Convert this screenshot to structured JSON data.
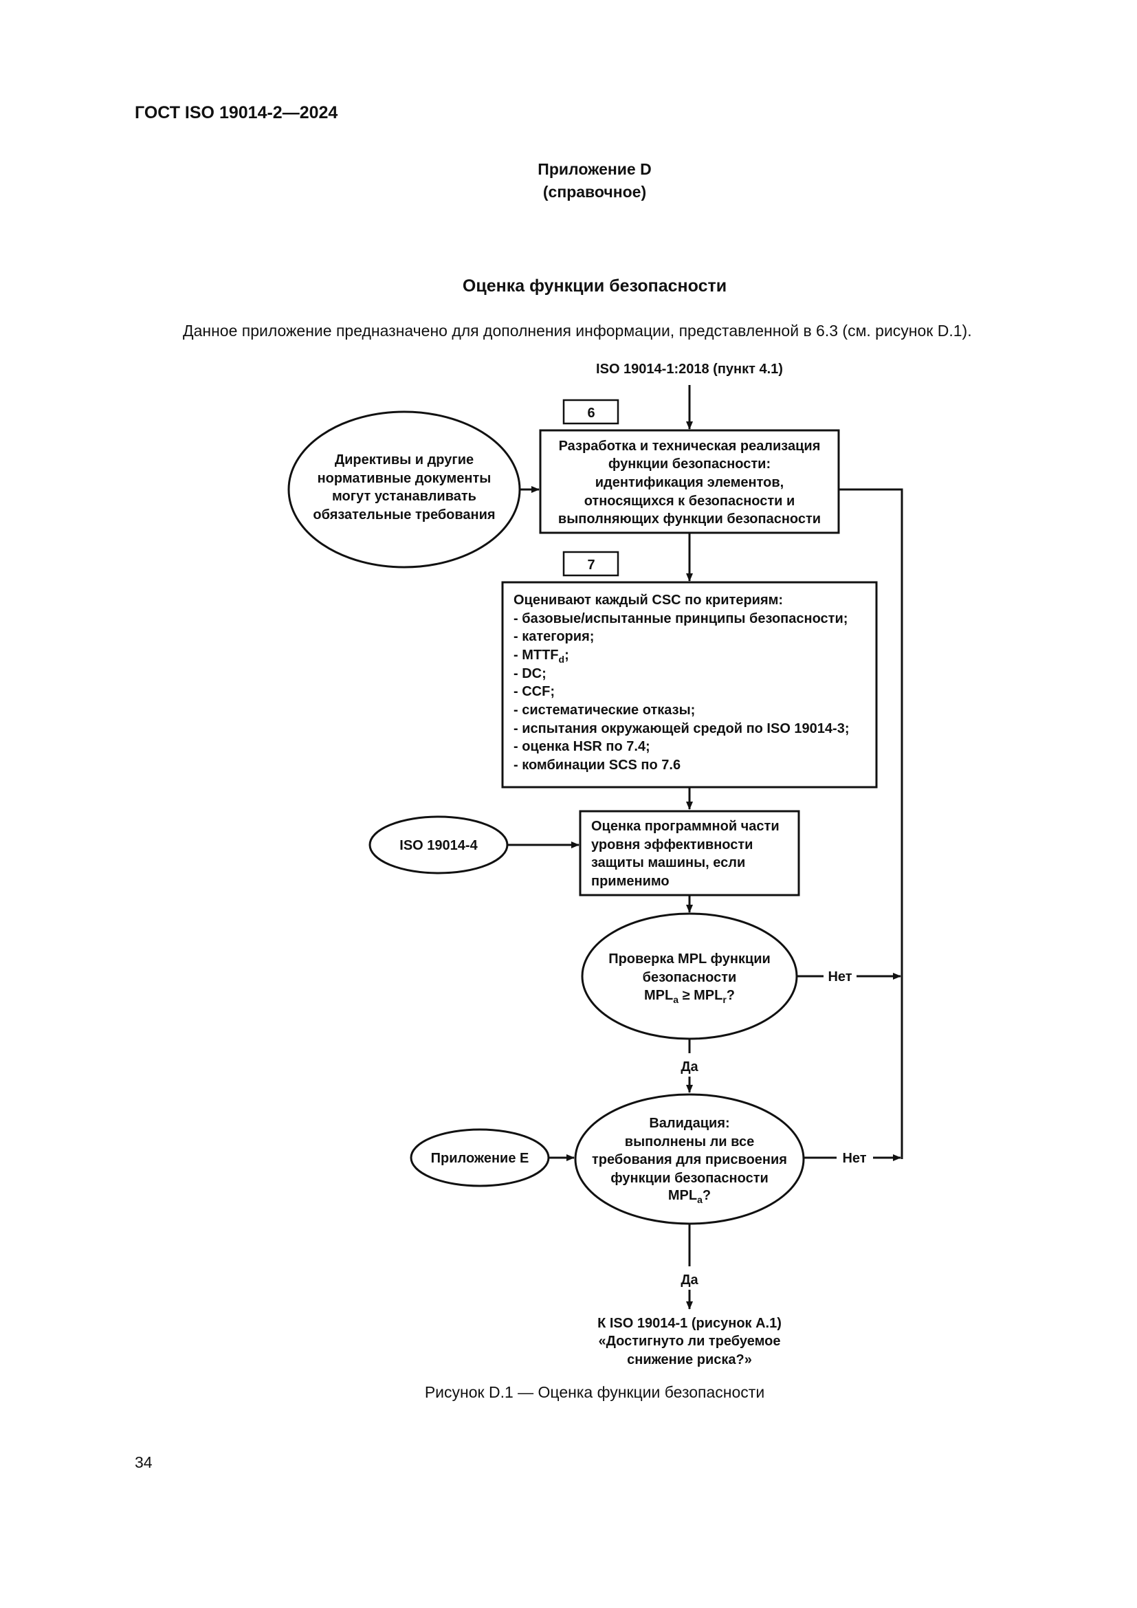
{
  "header": {
    "doc_code": "ГОСТ ISO 19014-2—2024"
  },
  "annex": {
    "title": "Приложение D",
    "subtitle": "(справочное)"
  },
  "section": {
    "title": "Оценка функции безопасности"
  },
  "intro": "Данное приложение предназначено для дополнения информации, представленной в 6.3 (см. рисунок D.1).",
  "flowchart": {
    "top_input": "ISO 19014-1:2018 (пункт 4.1)",
    "step6_label": "6",
    "step7_label": "7",
    "directives_ellipse": [
      "Директивы и другие",
      "нормативные документы",
      "могут устанавливать",
      "обязательные требования"
    ],
    "box_design": [
      "Разработка и техническая реализация",
      "функции безопасности:",
      "идентификация элементов,",
      "относящихся к безопасности и",
      "выполняющих функции безопасности"
    ],
    "box_evaluate": [
      "Оценивают каждый CSC по критериям:",
      "- базовые/испытанные принципы безопасности;",
      "- категория;",
      "- MTTF",
      "d",
      ";",
      "- DC;",
      "- CCF;",
      "- систематические отказы;",
      "- испытания окружающей средой по  ISO 19014-3;",
      "- оценка HSR по 7.4;",
      "- комбинации SCS по 7.6"
    ],
    "iso_4_ellipse": "ISO 19014-4",
    "box_software": [
      "Оценка программной части",
      "уровня эффективности",
      "защиты машины, если",
      "применимо"
    ],
    "decision_mpl": [
      "Проверка MPL функции",
      "безопасности",
      "MPL",
      "a",
      " ≥ MPL",
      "r",
      "?"
    ],
    "no_label_1": "Нет",
    "yes_label_1": "Да",
    "annex_e_ellipse": "Приложение Е",
    "decision_validation": [
      "Валидация:",
      "выполнены ли все",
      "требования для присвоения",
      "функции безопасности",
      "MPL",
      "a",
      "?"
    ],
    "no_label_2": "Нет",
    "yes_label_2": "Да",
    "output": [
      "К ISO 19014-1 (рисунок А.1)",
      "«Достигнуто ли требуемое",
      "снижение риска?»"
    ]
  },
  "figure_caption": "Рисунок D.1 — Оценка функции безопасности",
  "page_number": "34"
}
